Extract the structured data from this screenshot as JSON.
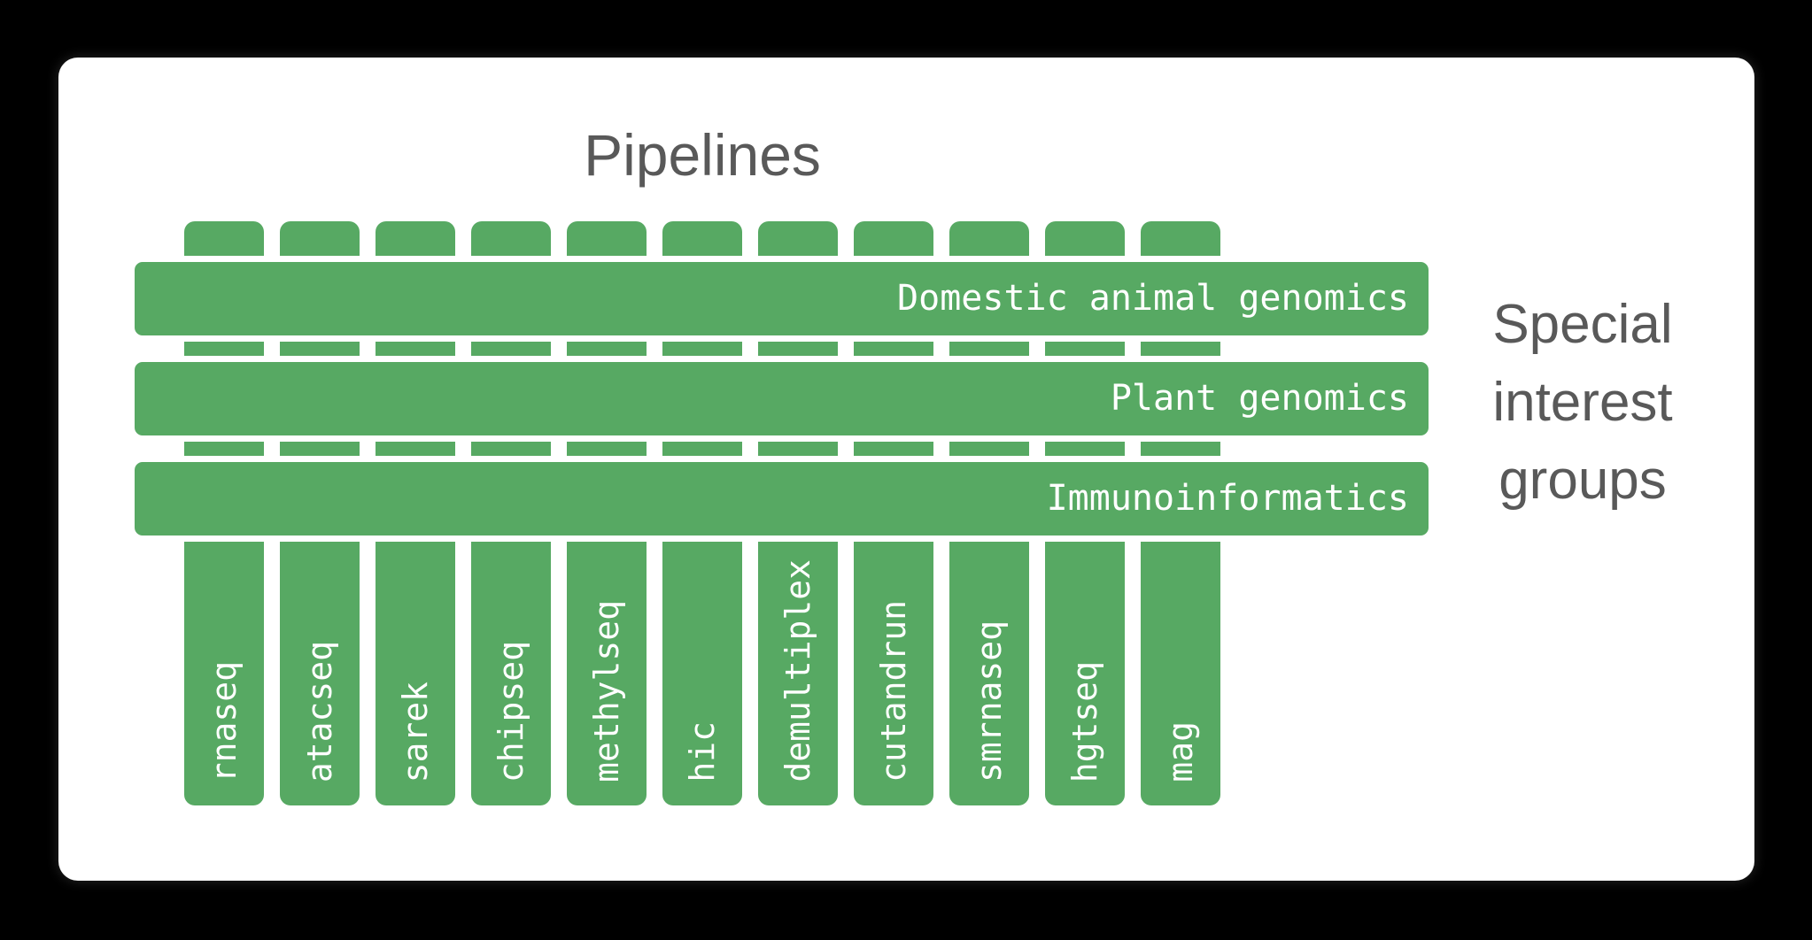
{
  "colors": {
    "green": "#57a963",
    "heading_gray": "#595959",
    "bar_text_white": "#ffffff",
    "card_background": "#ffffff",
    "page_background": "#000000"
  },
  "headings": {
    "pipelines": "Pipelines",
    "special_interest_groups_lines": [
      "Special",
      "interest",
      "groups"
    ]
  },
  "pipelines": [
    "rnaseq",
    "atacseq",
    "sarek",
    "chipseq",
    "methylseq",
    "hic",
    "demultiplex",
    "cutandrun",
    "smrnaseq",
    "hgtseq",
    "mag"
  ],
  "special_interest_groups": [
    "Domestic animal genomics",
    "Plant genomics",
    "Immunoinformatics"
  ],
  "layout_hints": {
    "column_count": 11,
    "group_bar_count": 3
  }
}
